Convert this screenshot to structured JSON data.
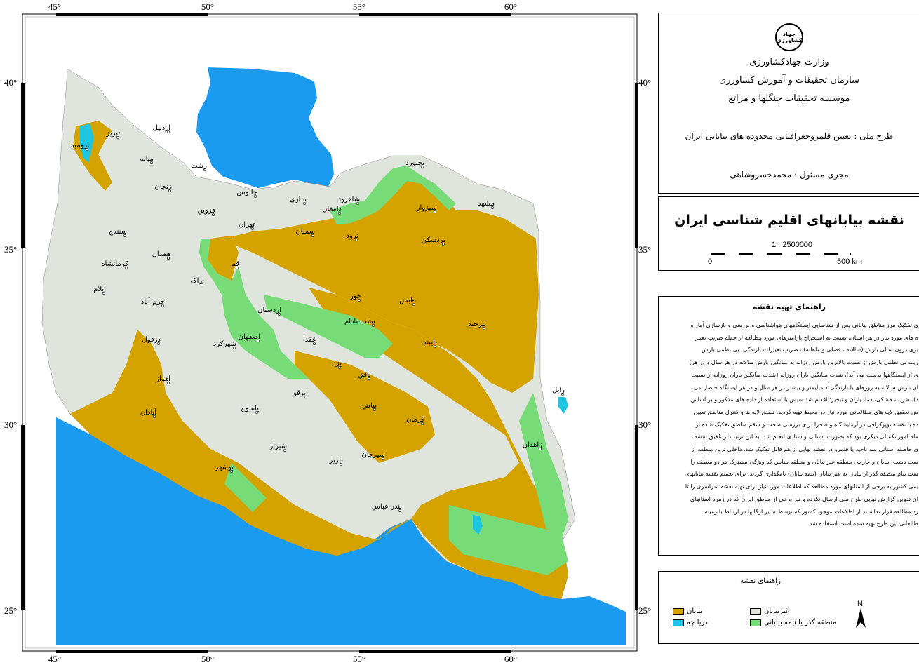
{
  "colors": {
    "desert": "#d4a300",
    "lake": "#1ec5e0",
    "non_desert": "#dfe4dc",
    "transition": "#77dc77",
    "sea": "#1a9bef"
  },
  "map": {
    "top_ticks": [
      "45°",
      "50°",
      "55°",
      "60°"
    ],
    "bottom_ticks": [
      "45°",
      "50°",
      "55°",
      "60°"
    ],
    "left_ticks": [
      "40°",
      "35°",
      "30°",
      "25°"
    ],
    "right_ticks": [
      "40°",
      "35°",
      "30°",
      "25°"
    ],
    "cities": [
      {
        "id": "tabriz",
        "name": "تبریز"
      },
      {
        "id": "urmia",
        "name": "ارومیه"
      },
      {
        "id": "ardabil",
        "name": "اردبیل"
      },
      {
        "id": "mianeh",
        "name": "میانه"
      },
      {
        "id": "rasht",
        "name": "رشت"
      },
      {
        "id": "zanjan",
        "name": "زنجان"
      },
      {
        "id": "chalus",
        "name": "چالوس"
      },
      {
        "id": "sari",
        "name": "ساری"
      },
      {
        "id": "qazvin",
        "name": "قزوین"
      },
      {
        "id": "shahrud",
        "name": "شاهرود"
      },
      {
        "id": "damghan",
        "name": "دامغان"
      },
      {
        "id": "bojnurd",
        "name": "بجنورد"
      },
      {
        "id": "mashhad",
        "name": "مشهد"
      },
      {
        "id": "sabzevar",
        "name": "سبزوار"
      },
      {
        "id": "tehran",
        "name": "تهران"
      },
      {
        "id": "semnan",
        "name": "سمنان"
      },
      {
        "id": "sanandaj",
        "name": "سنندج"
      },
      {
        "id": "torud",
        "name": "ترود"
      },
      {
        "id": "bardaskan",
        "name": "بردسکن"
      },
      {
        "id": "hamedan",
        "name": "همدان"
      },
      {
        "id": "qom",
        "name": "قم"
      },
      {
        "id": "kermanshah",
        "name": "کرمانشاه"
      },
      {
        "id": "arak",
        "name": "اراک"
      },
      {
        "id": "ilam",
        "name": "ایلام"
      },
      {
        "id": "khur",
        "name": "خور"
      },
      {
        "id": "tabas",
        "name": "طبس"
      },
      {
        "id": "khorramabad",
        "name": "خرم آباد"
      },
      {
        "id": "ardestan",
        "name": "اردستان"
      },
      {
        "id": "poshtbadam",
        "name": "پشت بادام"
      },
      {
        "id": "birjand",
        "name": "بیرجند"
      },
      {
        "id": "dezful",
        "name": "دزفول"
      },
      {
        "id": "isfahan",
        "name": "اصفهان"
      },
      {
        "id": "aghda",
        "name": "عقدا"
      },
      {
        "id": "nehbandan",
        "name": "نایبند"
      },
      {
        "id": "shahrekord",
        "name": "شهرکرد"
      },
      {
        "id": "yazd",
        "name": "یزد"
      },
      {
        "id": "ahvaz",
        "name": "اهواز"
      },
      {
        "id": "bafq",
        "name": "بافق"
      },
      {
        "id": "zabol",
        "name": "زابل"
      },
      {
        "id": "abarkuh",
        "name": "ابرقو"
      },
      {
        "id": "abadan",
        "name": "آبادان"
      },
      {
        "id": "yasuj",
        "name": "یاسوج"
      },
      {
        "id": "bayaz",
        "name": "بیاض"
      },
      {
        "id": "kerman",
        "name": "کرمان"
      },
      {
        "id": "zahedan",
        "name": "زاهدان"
      },
      {
        "id": "shiraz",
        "name": "شیراز"
      },
      {
        "id": "neyriz",
        "name": "نیریز"
      },
      {
        "id": "sirjan",
        "name": "سیرجان"
      },
      {
        "id": "bushehr",
        "name": "بوشهر"
      },
      {
        "id": "bandarabbas",
        "name": "بندر عباس"
      }
    ]
  },
  "header": {
    "logo_text": "جهاد کشاورزی",
    "ministry": "وزارت جهادکشاورزی",
    "organization": "سازمان تحقیقات و آموزش کشاورزی",
    "institute": "موسسه تحقیقات جنگلها و مراتع",
    "project": "طرح ملی : تعیین قلمروجغرافیایی محدوده های بیابانی ایران",
    "executor": "مجری مسئول : محمدخسروشاهی"
  },
  "title": {
    "text": "نقشه بیابانهای اقلیم شناسی ایران",
    "scale": "1 : 2500000",
    "scale_start": "0",
    "scale_end": "500 km"
  },
  "guide": {
    "heading": "راهنمای تهیه نقشه",
    "lines": [
      "ی تفکیک مرز مناطق بیابانی پس از شناسایی ایستگاههای هواشناسی و بررسی و بازسازی آمار و",
      "ه های مورد نیاز در هر استان، نسبت به استخراج پارامترهای مورد مطالعه از جمله ضریب تغییر",
      "یری درون سالی بارش (سالانه ، فصلی و ماهانه) ، ضریب تغییرات بارندگی، بی نظمی بارش",
      "ریب بی نظمی بارش از نسبت بالاترین بارش روزانه به میانگین بارش سالانه در هر سال و در هر)",
      "ی از ایستگاهها بدست می آید)، شدت میانگین باران روزانه (شدت میانگین باران روزانه از نسبت",
      "ان بارش سالانه به روزهای با بارندگی ۱ میلیمتر و بیشتر در هر سال و در هر ایستگاه حاصل می",
      "د)، ضریب خشکی، دما، باران و تبخیر؛ اقدام شد سپس با استفاده از داده های مذکور و بر اساس",
      "ش تحقیق لایه های مطالعاتی مورد نیاز در محیط تهیه گردید. تلفیق لایه ها و کنترل مناطق تعیین",
      "ده با نقشه توپوگرافی در آزمایشگاه و صحرا برای بررسی صحت و سقم مناطق تفکیک شده از",
      "مله امور تکمیلی دیگری بود که بصورت استانی و ستادی انجام شد. به این ترتیب از تلفیق نقشه",
      "ی حاصله استانی سه ناحیه یا قلمرو در نقشه نهایی از هم قابل تفکیک شد. داخلی ترین منطقه از",
      "ست دشت، بیابان و خارجی منطقه غیر بیابان و منطقه بینابین که ویژگی مشترک هر دو منطقه را",
      "ست بنام منطقه گذر از بیابان به غیر بیابان (نیمه بیابان) نامگذاری گردید. برای تعمیم نقشه بیابانهای",
      "یمی کشور به برخی از استانهای مورد مطالعه که اطلاعات مورد نیاز برای تهیه نقشه سراسری را تا",
      "ان تدوین گزارش نهایی طرح ملی ارسال نکرده و نیز برخی از مناطق ایران که در زمره استانهای",
      "رد مطالعه قرار نداشتند از اطلاعات موجود کشور که توسط سایر ارگانها در ارتباط با زمینه",
      "طالعاتی این طرح تهیه شده است استفاده شد"
    ]
  },
  "legend": {
    "heading": "راهنمای نقشه",
    "north": "N",
    "items": [
      {
        "id": "desert",
        "label": "بیابان"
      },
      {
        "id": "lake",
        "label": "دریا چه"
      },
      {
        "id": "non_desert",
        "label": "غیربیابان"
      },
      {
        "id": "transition",
        "label": "منطقه گذر یا نیمه بیابانی"
      }
    ]
  }
}
